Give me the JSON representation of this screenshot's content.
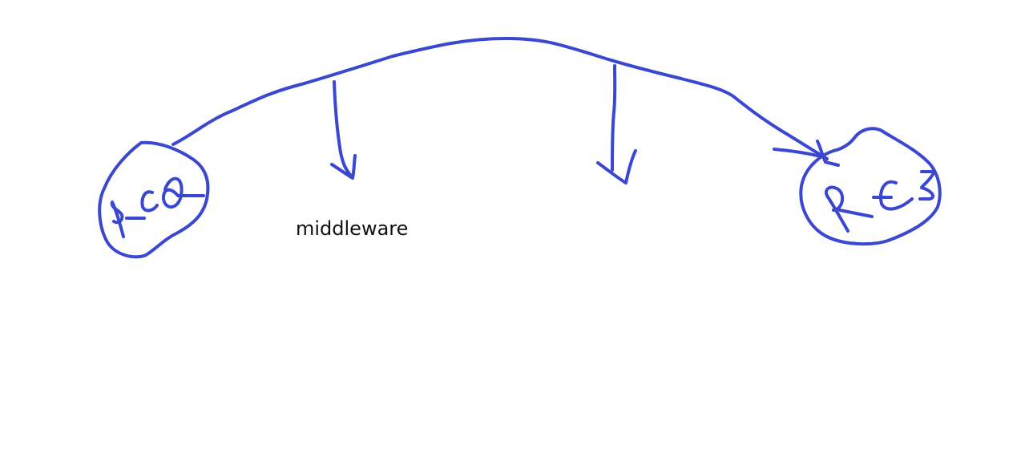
{
  "diagram": {
    "label_text": "middleware",
    "ink_color": "#3a47d0",
    "text_color": "#111111",
    "background": "#ffffff",
    "nodes": [
      {
        "name": "req-node",
        "handwritten_text": "req"
      },
      {
        "name": "res-node",
        "handwritten_text": "res"
      }
    ]
  }
}
